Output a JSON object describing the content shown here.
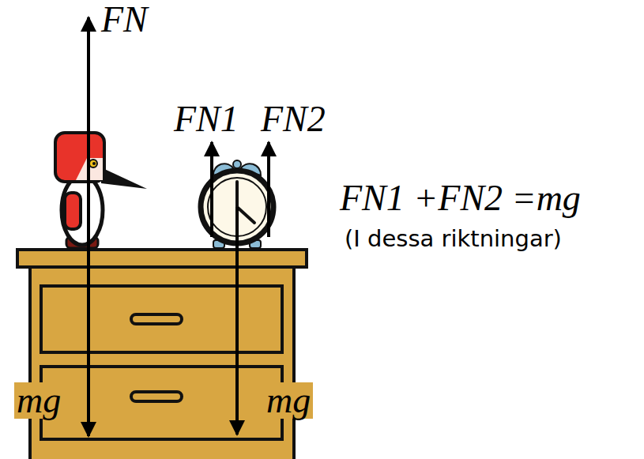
{
  "diagram": {
    "labels": [
      "FN",
      "FN1",
      "FN2",
      "FN1 +FN2 =mg",
      "(I dessa riktningar)",
      "mg",
      "mg"
    ]
  }
}
